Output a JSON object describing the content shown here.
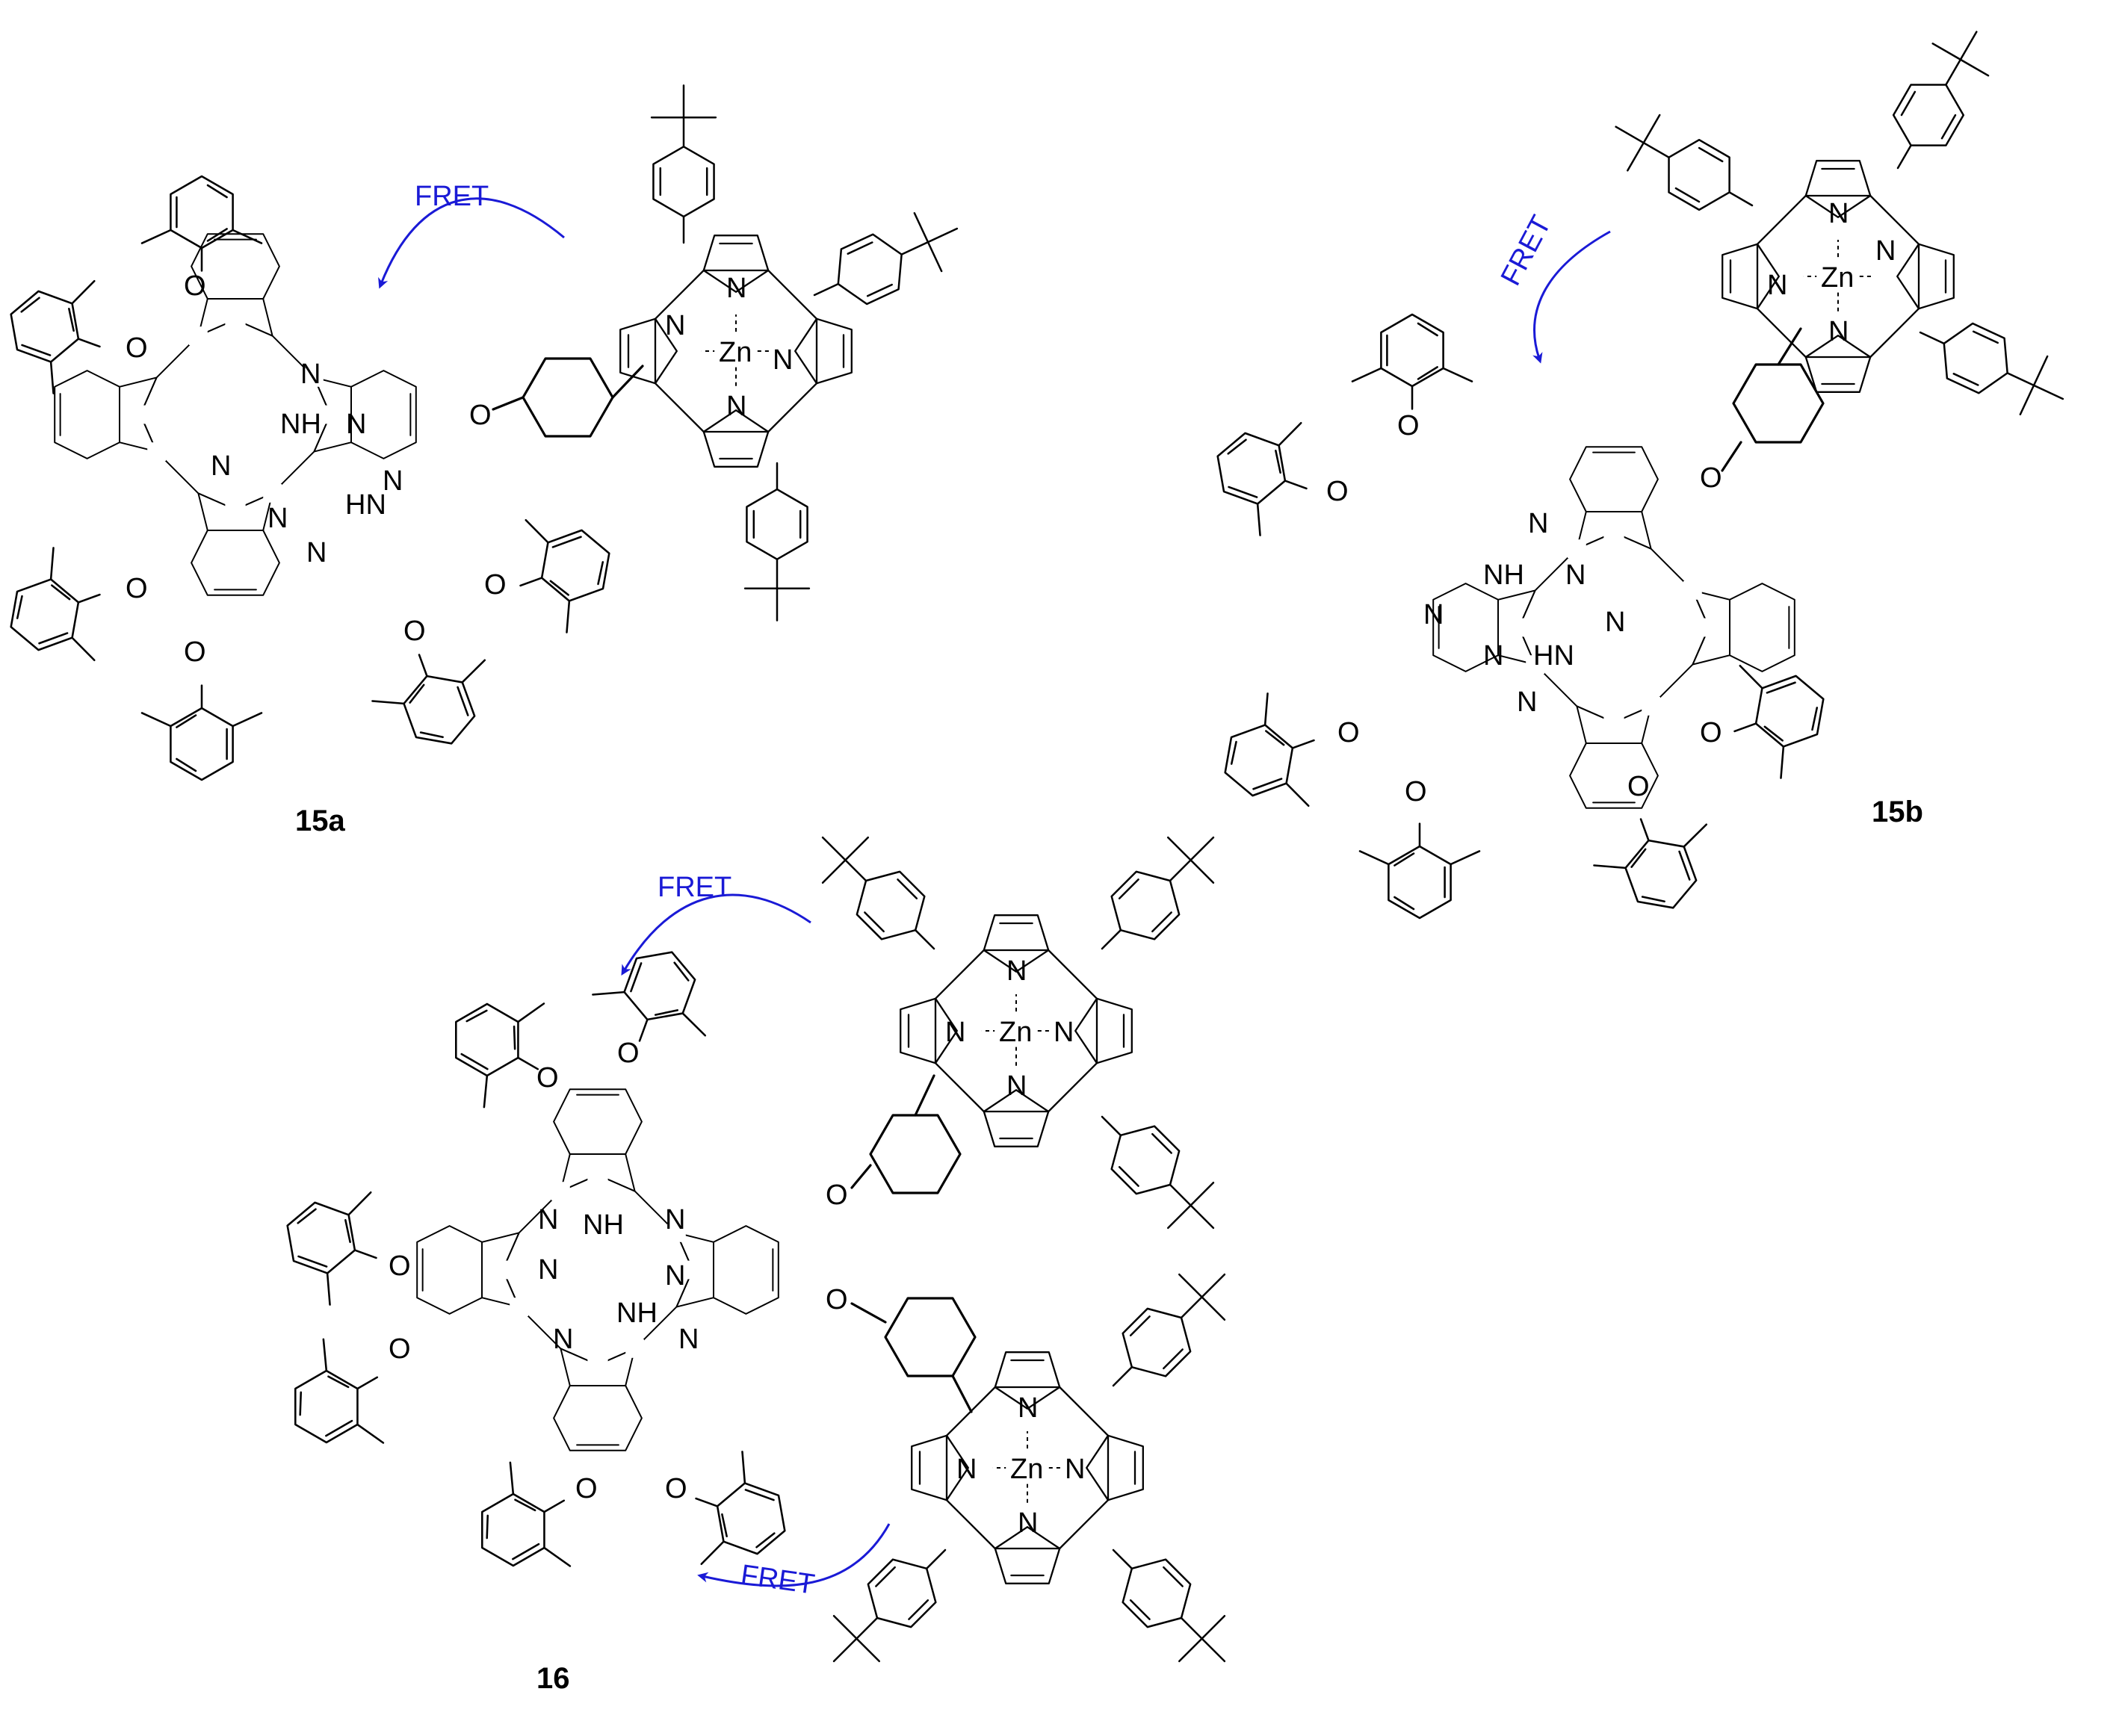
{
  "labels": {
    "compound_15a": "15a",
    "compound_15b": "15b",
    "compound_16": "16",
    "fret": "FRET"
  },
  "atoms": {
    "N": "N",
    "NH": "NH",
    "HN": "HN",
    "O": "O",
    "Zn": "Zn"
  },
  "colors": {
    "fret": "#1a1ad6",
    "bonds": "#000000",
    "background": "#ffffff"
  }
}
